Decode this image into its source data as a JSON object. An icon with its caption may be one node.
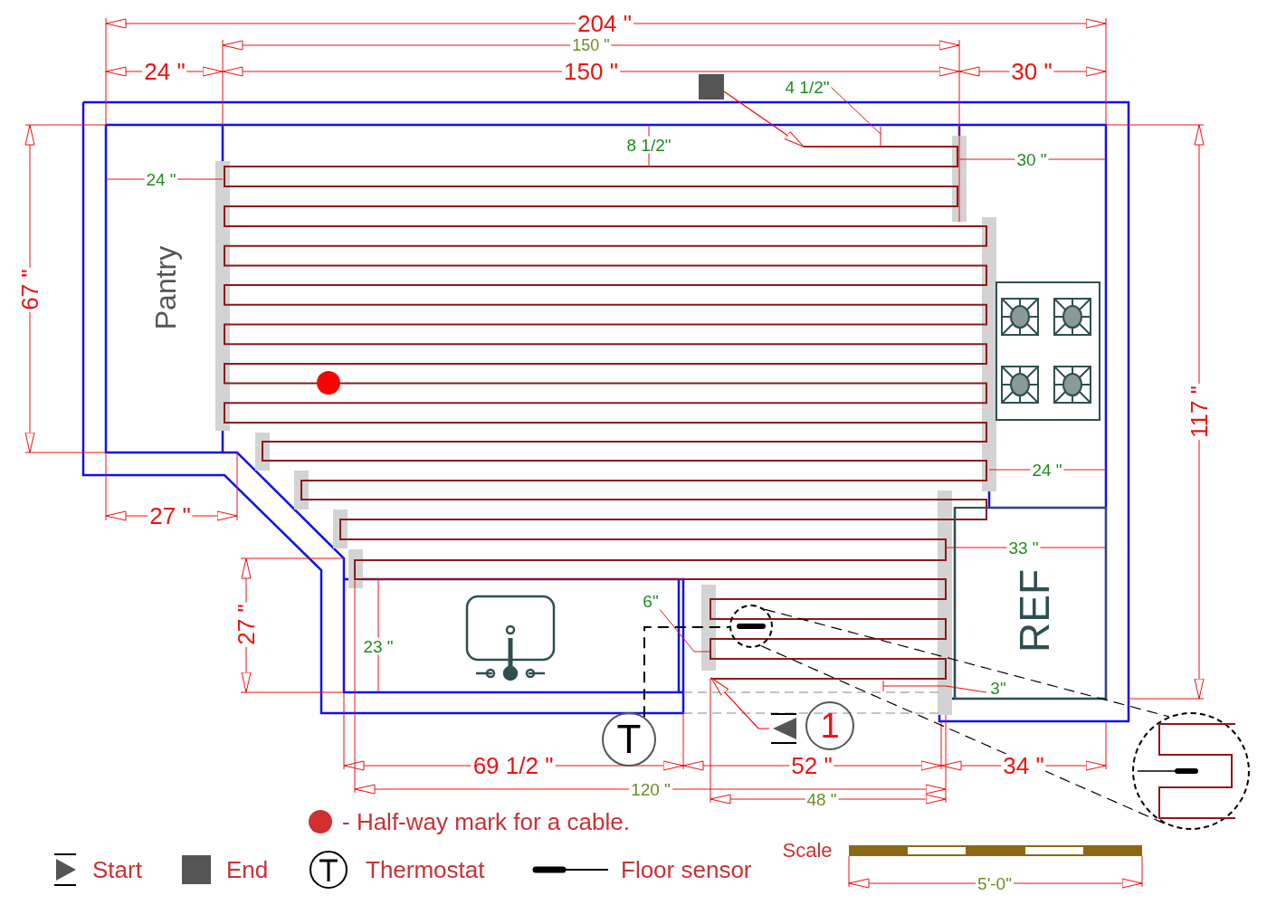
{
  "diagram": {
    "nodes": [
      {
        "text": [],
        "shape": "box"
      },
      {
        "text": [],
        "shape": "circle"
      },
      {
        "text": [],
        "shape": "triangle"
      },
      {
        "text": [
          "1"
        ]
      },
      {
        "text": [
          "T"
        ]
      },
      {
        "text": [],
        "shape": "circle"
      }
    ],
    "edges": [
      {
        "from": 0,
        "to": null,
        "arrow": "to",
        "color": "#ff0000"
      },
      {
        "from": 1,
        "to": 5,
        "arrow": "none",
        "style": "dashed"
      },
      {
        "from": 1,
        "to": 5,
        "arrow": "none",
        "style": "dashed"
      },
      {
        "from": 4,
        "to": 1,
        "arrow": "none",
        "style": "dashed"
      },
      {
        "from": 2,
        "to": null,
        "arrow": "to",
        "color": "#ff0000"
      }
    ],
    "labels": [
      "204 \"",
      "150 \"",
      "24 \"",
      "150 \"",
      "30 \"",
      "4 1/2\"",
      "8 1/2\"",
      "24 \"",
      "30 \"",
      "67 \"",
      "117 \"",
      "24 \"",
      "27 \"",
      "33 \"",
      "27 \"",
      "23 \"",
      "6\"",
      "3\"",
      "69 1/2 \"",
      "52 \"",
      "34 \"",
      "120 \"",
      "48 \"",
      "Pantry",
      "REF",
      "Scale",
      "5'-0\""
    ],
    "legend": [
      {
        "text": "- Half-way mark for a cable."
      },
      {
        "text": "Start"
      },
      {
        "text": "End"
      },
      {
        "text": "Thermostat"
      },
      {
        "text": "Floor sensor"
      }
    ]
  }
}
